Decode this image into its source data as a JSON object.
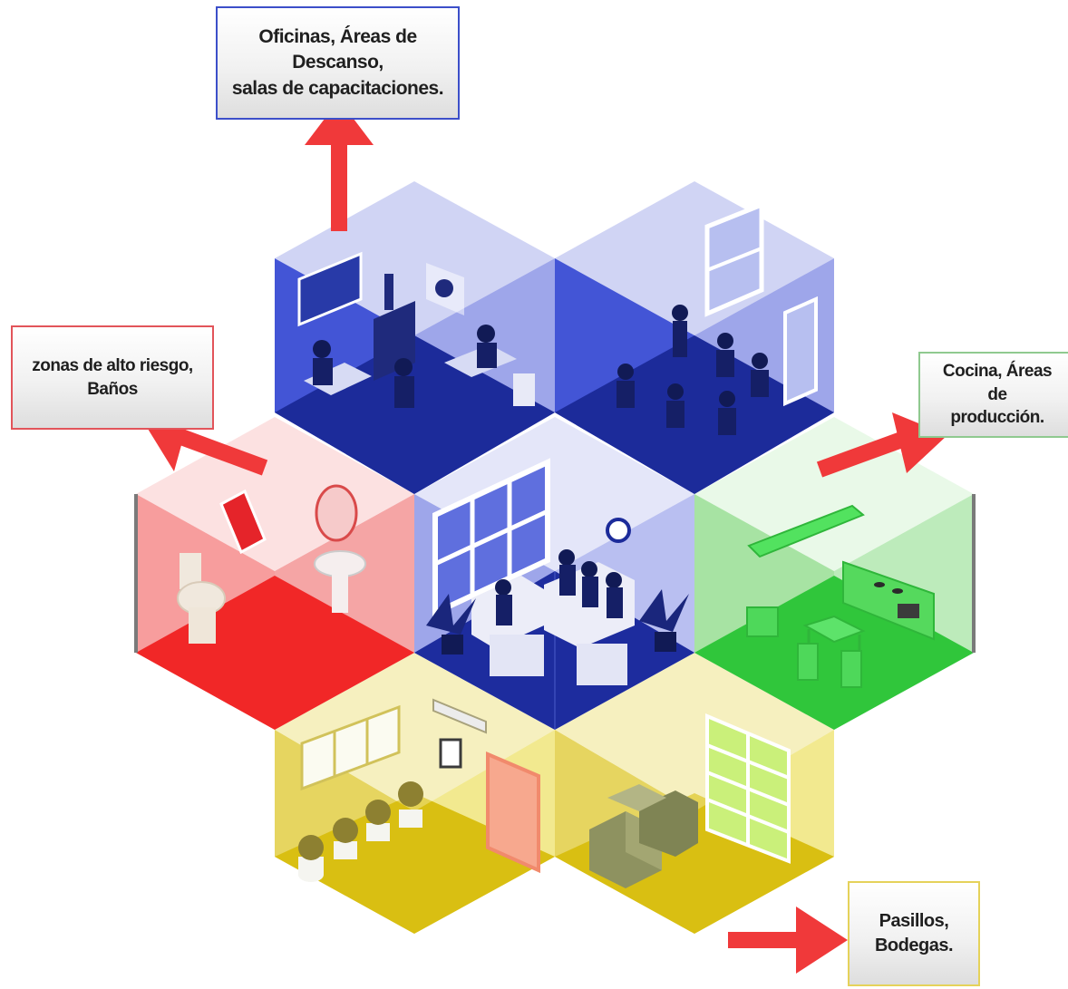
{
  "colors": {
    "blue_dark": "#1e2d9e",
    "blue_mid": "#3e4fd0",
    "blue_light": "#8e98e6",
    "red": "#f12a2a",
    "red_wall": "#f58f8f",
    "green": "#3fd24d",
    "green_wall": "#a9e6a5",
    "yellow": "#dcc414",
    "yellow_wall": "#ece07a",
    "arrow": "#f0393a"
  },
  "zones": [
    {
      "key": "top-left",
      "color": "blue",
      "icons": [
        "whiteboard-icon",
        "desk-icon",
        "worker-icon",
        "cabinet-icon",
        "printer-icon"
      ]
    },
    {
      "key": "top-right",
      "color": "blue",
      "icons": [
        "window-icon",
        "presenter-icon",
        "audience-icon",
        "door-icon"
      ]
    },
    {
      "key": "center",
      "color": "blue",
      "icons": [
        "window-icon",
        "clock-icon",
        "sofa-icon",
        "people-icon",
        "plant-icon"
      ]
    },
    {
      "key": "left",
      "color": "red",
      "icons": [
        "toilet-icon",
        "sink-icon",
        "mirror-icon",
        "towel-icon"
      ]
    },
    {
      "key": "right",
      "color": "green",
      "icons": [
        "cabinet-icon",
        "stove-icon",
        "table-icon",
        "chair-icon"
      ]
    },
    {
      "key": "bottom-left",
      "color": "yellow",
      "icons": [
        "window-icon",
        "plant-icon",
        "door-icon",
        "clock-icon",
        "air-conditioner-icon"
      ]
    },
    {
      "key": "bottom-right",
      "color": "yellow",
      "icons": [
        "shelf-icon",
        "boxes-icon"
      ]
    }
  ],
  "callouts": {
    "top": {
      "line1": "Oficinas, Áreas de Descanso,",
      "line2": "salas de capacitaciones."
    },
    "left": {
      "line1": "zonas de alto riesgo,",
      "line2": "Baños"
    },
    "right": {
      "line1": "Cocina, Áreas de",
      "line2": "producción."
    },
    "bottom": {
      "line1": "Pasillos,",
      "line2": "Bodegas."
    }
  }
}
